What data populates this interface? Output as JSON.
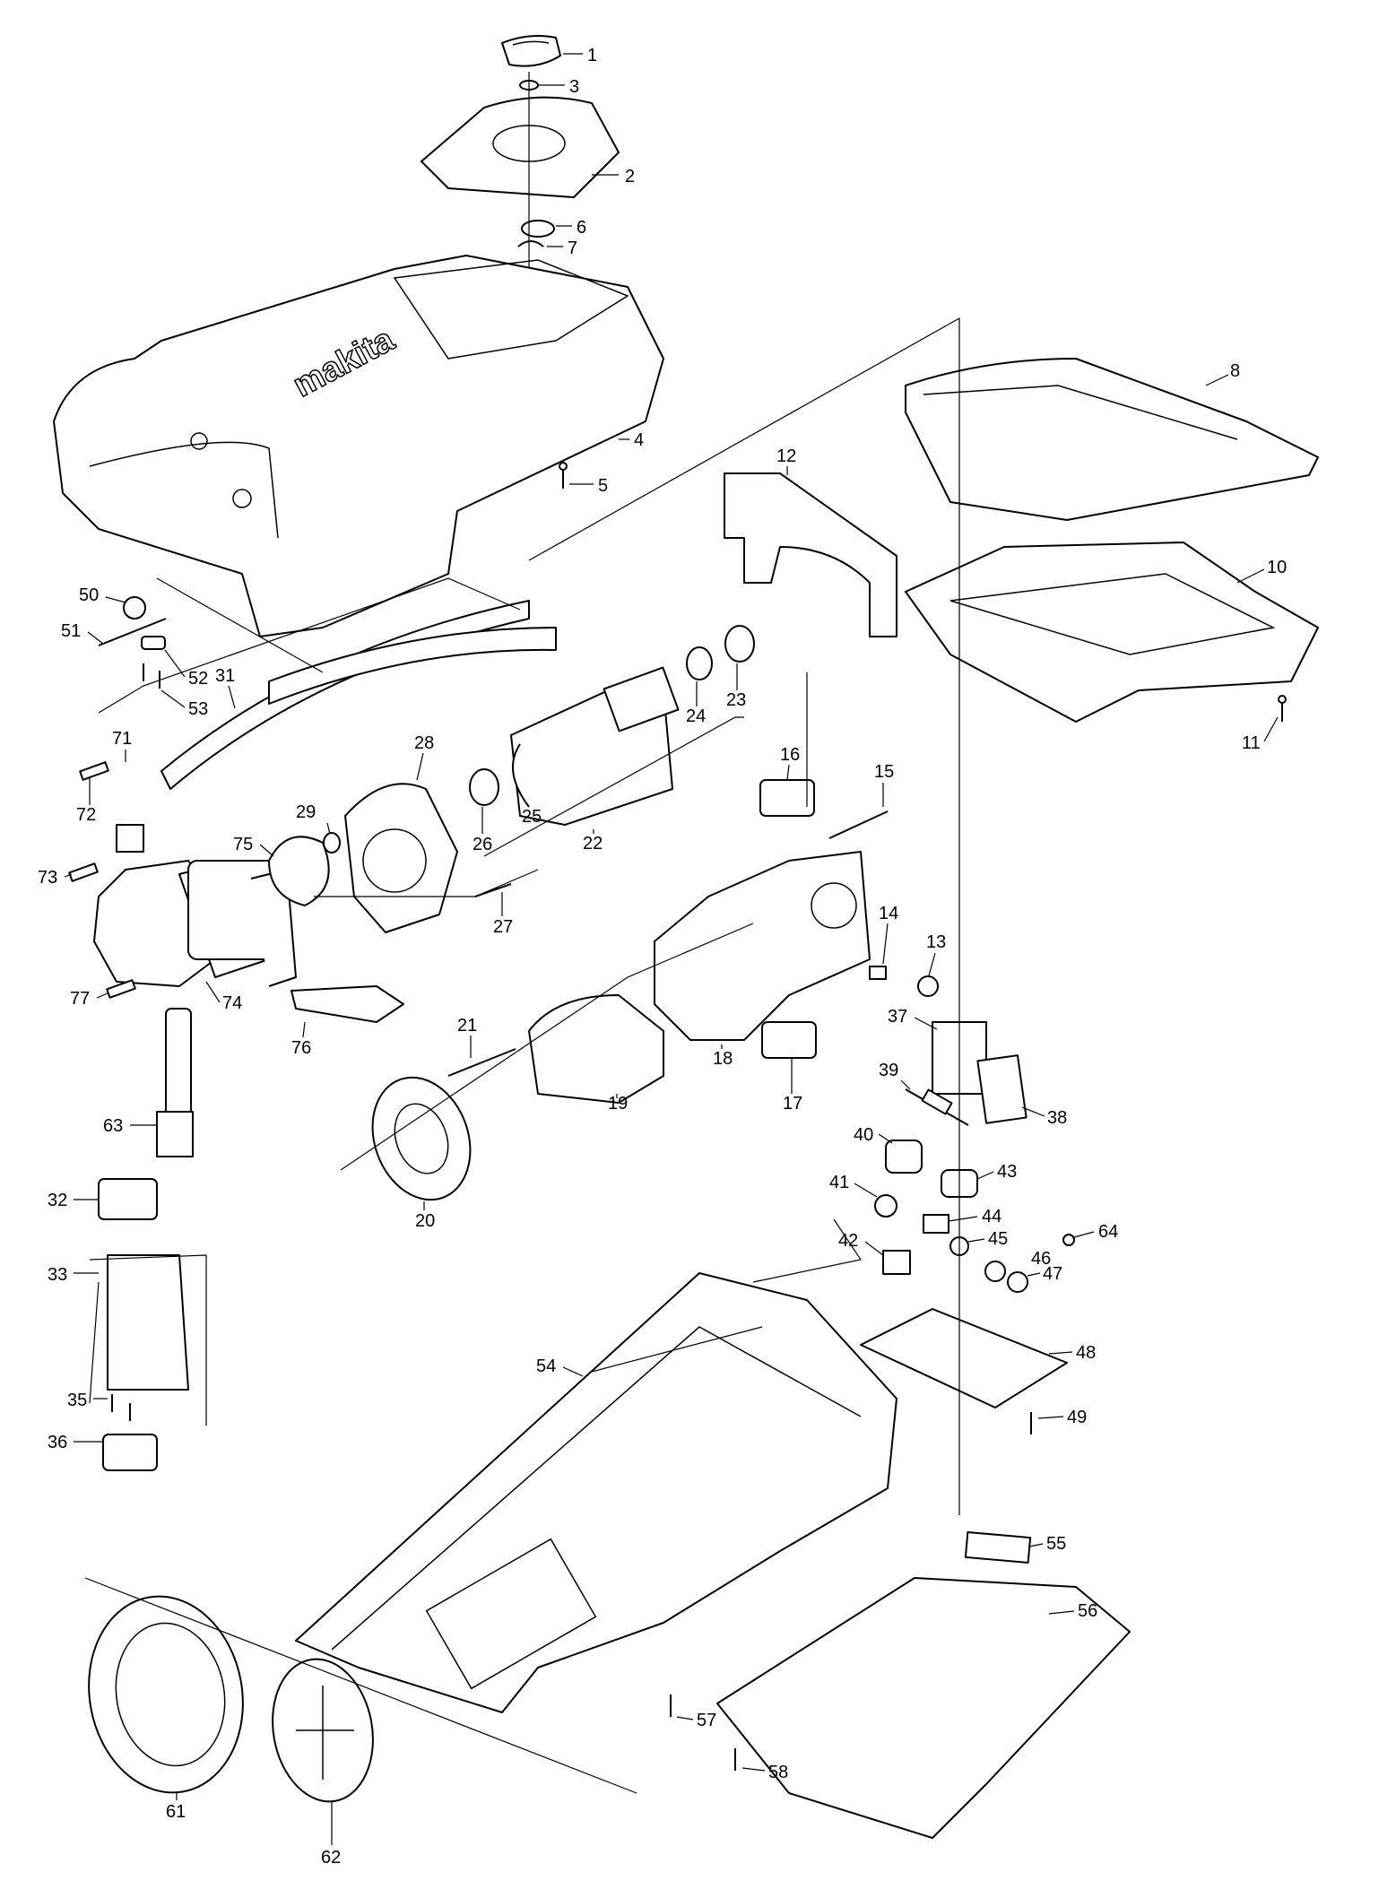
{
  "labels": {
    "l1": "1",
    "l2": "2",
    "l3": "3",
    "l4": "4",
    "l5": "5",
    "l6": "6",
    "l7": "7",
    "l8": "8",
    "l10": "10",
    "l11": "11",
    "l12": "12",
    "l13": "13",
    "l14": "14",
    "l15": "15",
    "l16": "16",
    "l17": "17",
    "l18": "18",
    "l19": "19",
    "l20": "20",
    "l21": "21",
    "l22": "22",
    "l23": "23",
    "l24": "24",
    "l25": "25",
    "l26": "26",
    "l27": "27",
    "l28": "28",
    "l29": "29",
    "l31": "31",
    "l32": "32",
    "l33": "33",
    "l35": "35",
    "l36": "36",
    "l37": "37",
    "l38": "38",
    "l39": "39",
    "l40": "40",
    "l41": "41",
    "l42": "42",
    "l43": "43",
    "l44": "44",
    "l45": "45",
    "l46": "46",
    "l47": "47",
    "l48": "48",
    "l49": "49",
    "l50": "50",
    "l51": "51",
    "l52": "52",
    "l53": "53",
    "l54": "54",
    "l55": "55",
    "l56": "56",
    "l57": "57",
    "l58": "58",
    "l61": "61",
    "l62": "62",
    "l63": "63",
    "l64": "64",
    "l71": "71",
    "l72": "72",
    "l73": "73",
    "l74": "74",
    "l75": "75",
    "l76": "76",
    "l77": "77"
  },
  "brand": "makita"
}
